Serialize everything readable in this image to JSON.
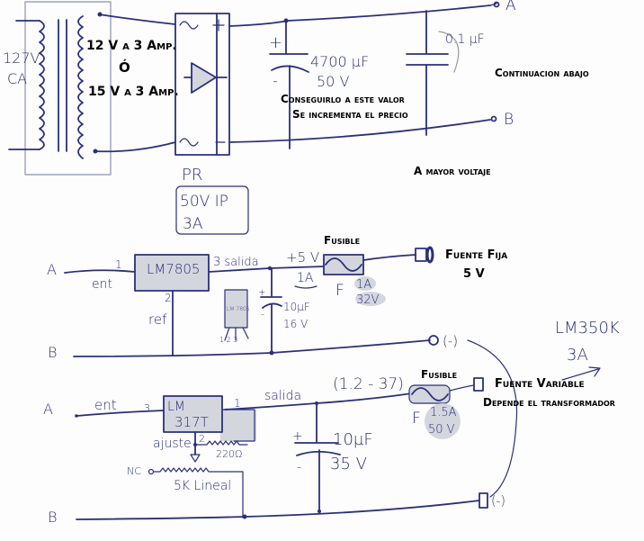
{
  "terminals": {
    "a": "A",
    "b": "B"
  },
  "transformer": {
    "primary_voltage": "127V",
    "primary_type": "CA",
    "option1": "12 V a 3 Amp.",
    "or": "Ó",
    "option2": "15 V a 3 Amp."
  },
  "bridge": {
    "label": "PR",
    "rating_voltage": "50V IP",
    "rating_current": "3A",
    "ac1": "~",
    "ac2": "~",
    "plus": "+",
    "minus": "-"
  },
  "filter_cap": {
    "plus": "+",
    "minus": "-",
    "value": "4700 µF",
    "voltage": "50 V",
    "note1": "Conseguirlo a este valor",
    "note2": "Se incrementa el precio"
  },
  "bypass_cap": {
    "value": "0.1 µF"
  },
  "notes": {
    "continue": "Continuacion abajo",
    "higher_voltage": "A mayor voltaje"
  },
  "fixed": {
    "regulator": "LM7805",
    "pin_in": "1",
    "in_label": "ent",
    "pin_out": "3 salida",
    "pin_ref": "2",
    "ref_label": "ref",
    "out_voltage": "+5 V",
    "out_current": "1A",
    "fuse_title": "Fusible",
    "fuse_f": "F",
    "fuse_current": "1A",
    "fuse_voltage": "32V",
    "cap_plus": "+",
    "cap_minus": "-",
    "cap_value": "10µF",
    "cap_voltage": "16 V",
    "pkg_name": "LM 7805",
    "pkg_pins": "1 2 3",
    "output_title": "Fuente Fija",
    "output_value": "5 V",
    "neg": "(-)"
  },
  "variable": {
    "regulator_line1": "LM",
    "regulator_line2": "317T",
    "pin_in": "3",
    "in_label": "ent",
    "pin_out": "1",
    "out_label": "salida",
    "pin_adj": "2",
    "adj_label": "ajuste",
    "resistor": "220Ω",
    "pot_nc": "NC",
    "pot": "5K Lineal",
    "range": "(1.2 - 37)",
    "fuse_title": "Fusible",
    "fuse_f": "F",
    "fuse_current": "1.5A",
    "fuse_voltage": "50 V",
    "cap_plus": "+",
    "cap_minus": "-",
    "cap_value": "10µF",
    "cap_voltage": "35 V",
    "output_title": "Fuente Variable",
    "output_note": "Depende el transformador",
    "neg": "(-)",
    "alt_regulator": "LM350K",
    "alt_current": "3A"
  }
}
